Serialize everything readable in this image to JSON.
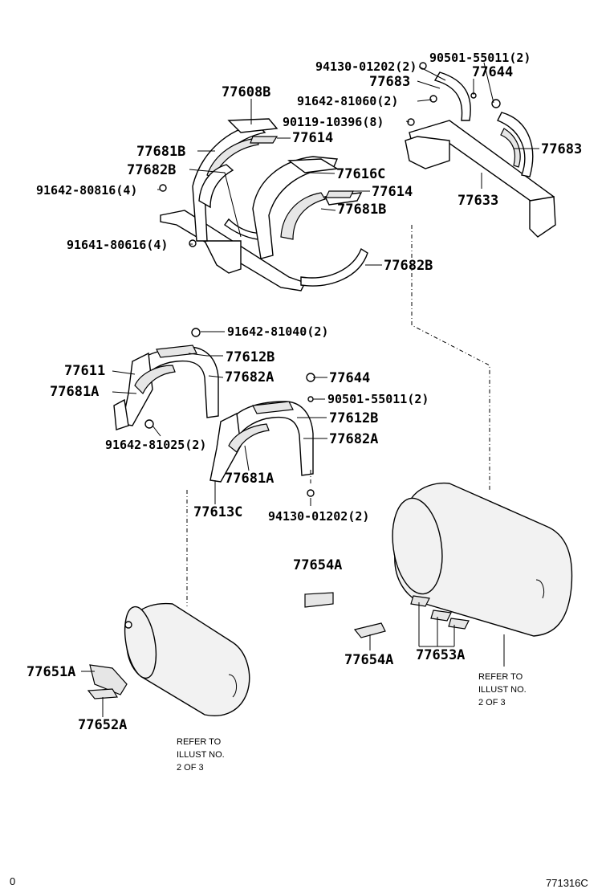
{
  "diagram": {
    "labels": {
      "p94130_top": "94130-01202(2)",
      "p90501_top": "90501-55011(2)",
      "p77683_a": "77683",
      "p77644_top": "77644",
      "p91642_81060": "91642-81060(2)",
      "p77608B": "77608B",
      "p90119": "90119-10396(8)",
      "p77614_a": "77614",
      "p77683_b": "77683",
      "p77681B_a": "77681B",
      "p77682B_a": "77682B",
      "p77616C": "77616C",
      "p91642_80816": "91642-80816(4)",
      "p77614_b": "77614",
      "p77633": "77633",
      "p77681B_b": "77681B",
      "p91641_80616": "91641-80616(4)",
      "p77682B_b": "77682B",
      "p91642_81040": "91642-81040(2)",
      "p77612B_a": "77612B",
      "p77611": "77611",
      "p77682A_a": "77682A",
      "p77644_mid": "77644",
      "p77681A_a": "77681A",
      "p90501_mid": "90501-55011(2)",
      "p77612B_b": "77612B",
      "p91642_81025": "91642-81025(2)",
      "p77682A_b": "77682A",
      "p77681A_b": "77681A",
      "p77613C": "77613C",
      "p94130_mid": "94130-01202(2)",
      "p77654A_a": "77654A",
      "p77651A": "77651A",
      "p77654A_b": "77654A",
      "p77653A": "77653A",
      "p77652A": "77652A"
    },
    "notes": {
      "refer_right": [
        "REFER TO",
        "ILLUST NO.",
        "2 OF 3"
      ],
      "refer_left": [
        "REFER TO",
        "ILLUST NO.",
        "2 OF 3"
      ]
    },
    "footer": {
      "left": "0",
      "right": "771316C"
    }
  }
}
